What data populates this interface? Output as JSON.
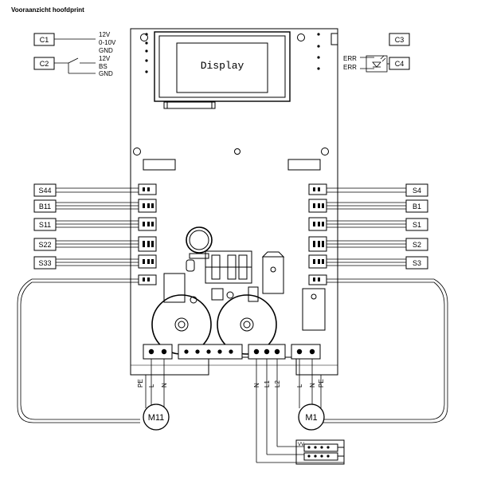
{
  "title": "Vooraanzicht hoofdprint",
  "display_label": "Display",
  "boxes_left": [
    "C1",
    "C2",
    "S44",
    "B11",
    "S11",
    "S22",
    "S33"
  ],
  "boxes_right": [
    "C3",
    "C4",
    "S4",
    "B1",
    "S1",
    "S2",
    "S3"
  ],
  "c1_pins": [
    "12V",
    "0-10V",
    "GND"
  ],
  "c2_pins": [
    "12V",
    "BS",
    "GND"
  ],
  "err_pins": [
    "ERR",
    "ERR"
  ],
  "m11": {
    "label": "M11",
    "pins": [
      "PE",
      "L",
      "N"
    ]
  },
  "m1": {
    "label": "M1",
    "pins": [
      "L",
      "N",
      "PE"
    ]
  },
  "mains_pins": [
    "N",
    "L1",
    "L2"
  ],
  "vv_label": "VV"
}
